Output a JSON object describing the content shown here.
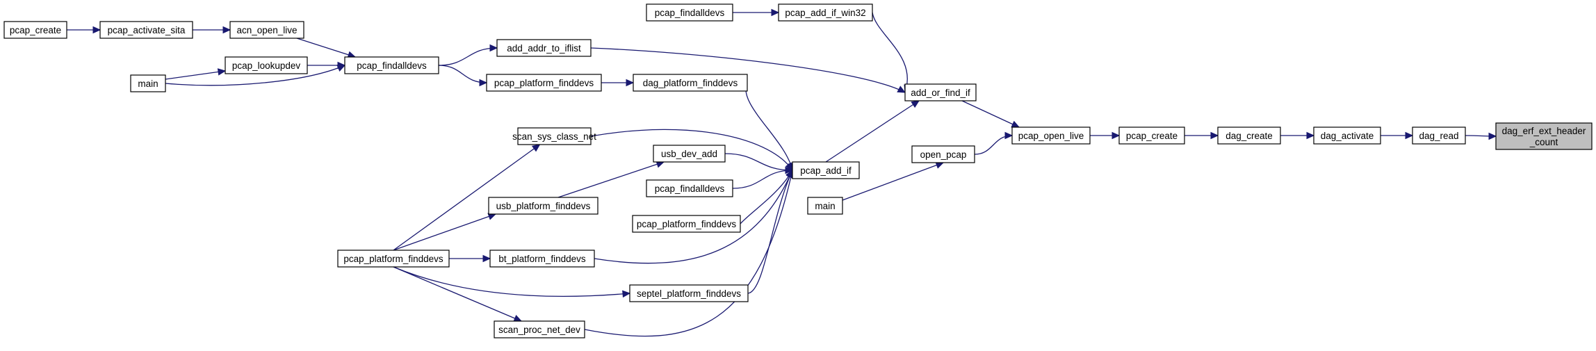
{
  "colors": {
    "edge": "#191970",
    "node_fill": "#ffffff",
    "root_fill": "#bfbfbf",
    "border": "#000000"
  },
  "nodes": [
    {
      "id": "pcap_create_a",
      "label": "pcap_create"
    },
    {
      "id": "pcap_activate_sita",
      "label": "pcap_activate_sita"
    },
    {
      "id": "acn_open_live",
      "label": "acn_open_live"
    },
    {
      "id": "main_a",
      "label": "main"
    },
    {
      "id": "pcap_lookupdev",
      "label": "pcap_lookupdev"
    },
    {
      "id": "pcap_findalldevs_a",
      "label": "pcap_findalldevs"
    },
    {
      "id": "add_addr_to_iflist",
      "label": "add_addr_to_iflist"
    },
    {
      "id": "pcap_platform_finddevs_a",
      "label": "pcap_platform_finddevs"
    },
    {
      "id": "dag_platform_finddevs",
      "label": "dag_platform_finddevs"
    },
    {
      "id": "pcap_findalldevs_b",
      "label": "pcap_findalldevs"
    },
    {
      "id": "pcap_add_if_win32",
      "label": "pcap_add_if_win32"
    },
    {
      "id": "add_or_find_if",
      "label": "add_or_find_if"
    },
    {
      "id": "scan_sys_class_net",
      "label": "scan_sys_class_net"
    },
    {
      "id": "usb_dev_add",
      "label": "usb_dev_add"
    },
    {
      "id": "pcap_findalldevs_c",
      "label": "pcap_findalldevs"
    },
    {
      "id": "usb_platform_finddevs",
      "label": "usb_platform_finddevs"
    },
    {
      "id": "pcap_platform_finddevs_b",
      "label": "pcap_platform_finddevs"
    },
    {
      "id": "pcap_platform_finddevs_c",
      "label": "pcap_platform_finddevs"
    },
    {
      "id": "bt_platform_finddevs",
      "label": "bt_platform_finddevs"
    },
    {
      "id": "septel_platform_finddevs",
      "label": "septel_platform_finddevs"
    },
    {
      "id": "scan_proc_net_dev",
      "label": "scan_proc_net_dev"
    },
    {
      "id": "pcap_add_if",
      "label": "pcap_add_if"
    },
    {
      "id": "open_pcap",
      "label": "open_pcap"
    },
    {
      "id": "main_b",
      "label": "main"
    },
    {
      "id": "pcap_open_live",
      "label": "pcap_open_live"
    },
    {
      "id": "pcap_create_b",
      "label": "pcap_create"
    },
    {
      "id": "dag_create",
      "label": "dag_create"
    },
    {
      "id": "dag_activate",
      "label": "dag_activate"
    },
    {
      "id": "dag_read",
      "label": "dag_read"
    },
    {
      "id": "dag_erf_ext_header_count",
      "label": [
        "dag_erf_ext_header",
        "_count"
      ],
      "root": true
    }
  ],
  "edges": [
    {
      "from": "pcap_create_a",
      "to": "pcap_activate_sita"
    },
    {
      "from": "pcap_activate_sita",
      "to": "acn_open_live"
    },
    {
      "from": "acn_open_live",
      "to": "pcap_findalldevs_a"
    },
    {
      "from": "main_a",
      "to": "pcap_lookupdev"
    },
    {
      "from": "main_a",
      "to": "pcap_findalldevs_a"
    },
    {
      "from": "pcap_lookupdev",
      "to": "pcap_findalldevs_a"
    },
    {
      "from": "pcap_findalldevs_a",
      "to": "add_addr_to_iflist"
    },
    {
      "from": "pcap_findalldevs_a",
      "to": "pcap_platform_finddevs_a"
    },
    {
      "from": "pcap_platform_finddevs_a",
      "to": "dag_platform_finddevs"
    },
    {
      "from": "pcap_findalldevs_b",
      "to": "pcap_add_if_win32"
    },
    {
      "from": "pcap_add_if_win32",
      "to": "add_or_find_if"
    },
    {
      "from": "add_addr_to_iflist",
      "to": "add_or_find_if"
    },
    {
      "from": "dag_platform_finddevs",
      "to": "pcap_add_if"
    },
    {
      "from": "scan_sys_class_net",
      "to": "pcap_add_if"
    },
    {
      "from": "usb_dev_add",
      "to": "pcap_add_if"
    },
    {
      "from": "pcap_findalldevs_c",
      "to": "pcap_add_if"
    },
    {
      "from": "pcap_platform_finddevs_b",
      "to": "pcap_add_if"
    },
    {
      "from": "bt_platform_finddevs",
      "to": "pcap_add_if"
    },
    {
      "from": "septel_platform_finddevs",
      "to": "pcap_add_if"
    },
    {
      "from": "scan_proc_net_dev",
      "to": "pcap_add_if"
    },
    {
      "from": "usb_platform_finddevs",
      "to": "usb_dev_add"
    },
    {
      "from": "pcap_platform_finddevs_c",
      "to": "scan_sys_class_net"
    },
    {
      "from": "pcap_platform_finddevs_c",
      "to": "usb_platform_finddevs"
    },
    {
      "from": "pcap_platform_finddevs_c",
      "to": "bt_platform_finddevs"
    },
    {
      "from": "pcap_platform_finddevs_c",
      "to": "septel_platform_finddevs"
    },
    {
      "from": "pcap_platform_finddevs_c",
      "to": "scan_proc_net_dev"
    },
    {
      "from": "pcap_add_if",
      "to": "add_or_find_if"
    },
    {
      "from": "add_or_find_if",
      "to": "pcap_open_live"
    },
    {
      "from": "main_b",
      "to": "open_pcap"
    },
    {
      "from": "open_pcap",
      "to": "pcap_open_live"
    },
    {
      "from": "pcap_open_live",
      "to": "pcap_create_b"
    },
    {
      "from": "pcap_create_b",
      "to": "dag_create"
    },
    {
      "from": "dag_create",
      "to": "dag_activate"
    },
    {
      "from": "dag_activate",
      "to": "dag_read"
    },
    {
      "from": "dag_read",
      "to": "dag_erf_ext_header_count"
    }
  ]
}
